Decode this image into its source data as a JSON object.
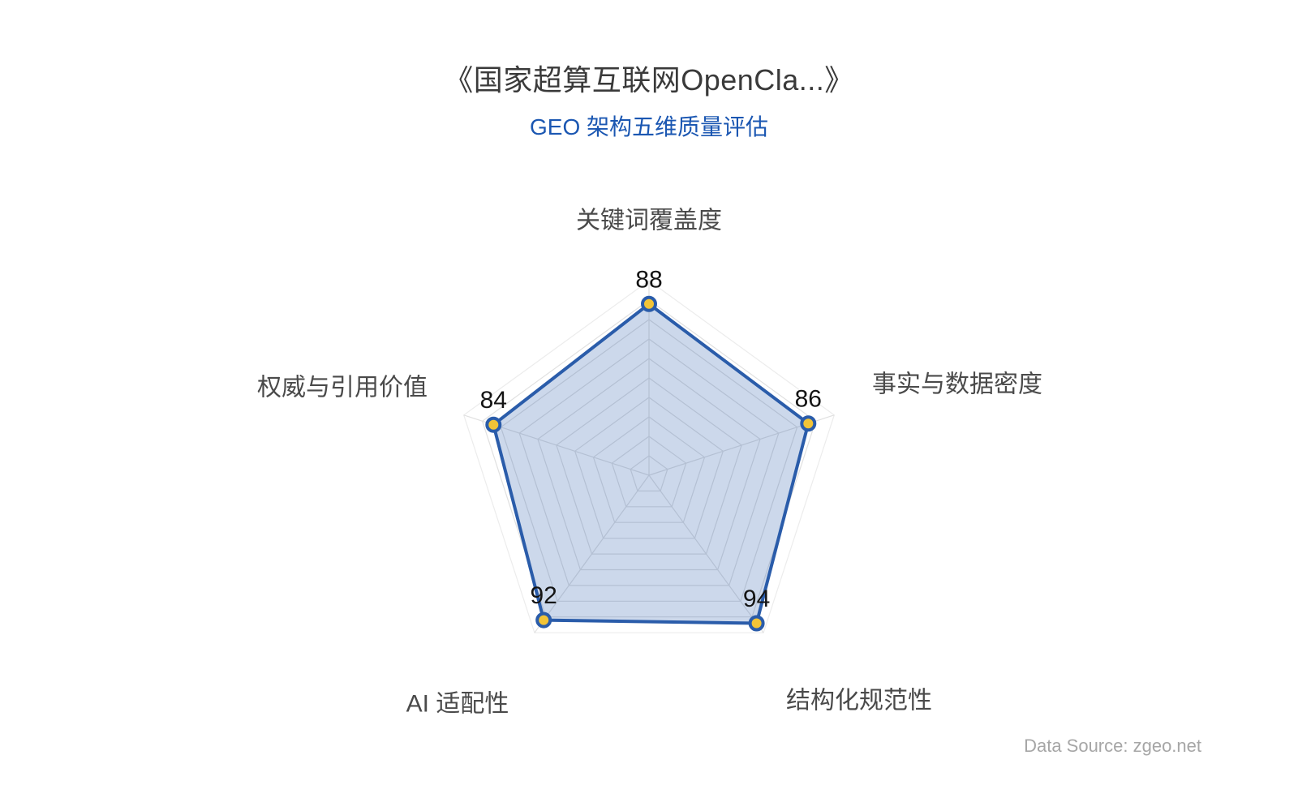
{
  "header": {
    "title": "《国家超算互联网OpenCla...》",
    "subtitle": "GEO 架构五维质量评估"
  },
  "footer": {
    "source": "Data Source: zgeo.net"
  },
  "colors": {
    "title": "#3a3a3a",
    "subtitle": "#1b57b2",
    "source": "#a6a6a6"
  },
  "chart_data": {
    "type": "radar",
    "title": "《国家超算互联网OpenCla...》",
    "subtitle": "GEO 架构五维质量评估",
    "axes": [
      {
        "name": "关键词覆盖度",
        "max": 100,
        "value": 88
      },
      {
        "name": "事实与数据密度",
        "max": 100,
        "value": 86
      },
      {
        "name": "结构化规范性",
        "max": 100,
        "value": 94
      },
      {
        "name": "AI 适配性",
        "max": 100,
        "value": 92
      },
      {
        "name": "权威与引用价值",
        "max": 100,
        "value": 84
      }
    ],
    "series": [
      {
        "name": "GEO 架构五维质量评估",
        "values": [
          88,
          86,
          94,
          92,
          84
        ]
      }
    ],
    "rings": 10,
    "grid": true,
    "legend_position": "none",
    "value_range": [
      0,
      100
    ],
    "source": "Data Source: zgeo.net",
    "style": {
      "line_color": "#2a5caa",
      "fill_color": "rgba(42,92,170,0.24)",
      "point_fill": "#f2c437",
      "point_stroke": "#2a5caa",
      "grid_color": "#e0e0e0",
      "outer_ring_color": "#ececec",
      "axis_label_color": "#4a4a4a",
      "value_label_color": "#141414"
    }
  }
}
